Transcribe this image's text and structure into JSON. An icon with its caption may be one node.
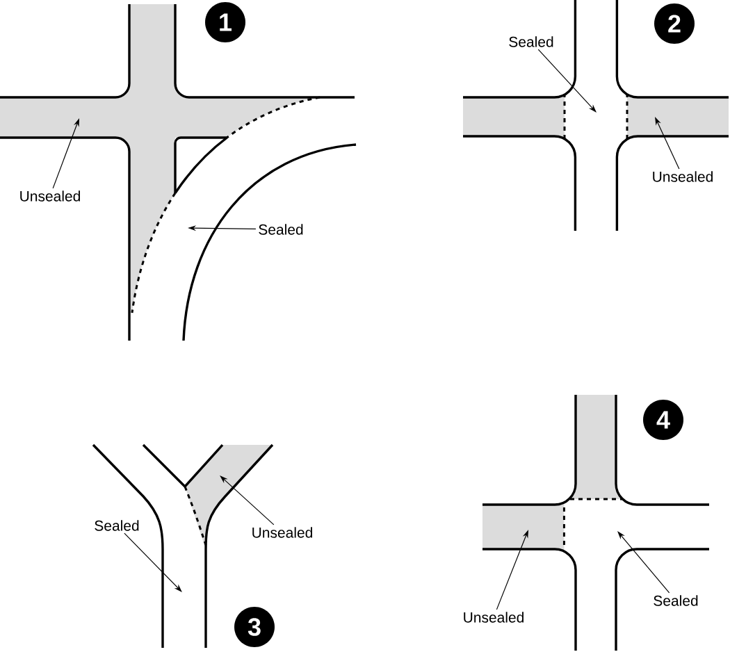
{
  "diagram": {
    "nodes": [
      {
        "text": [
          "1"
        ]
      },
      {
        "text": [
          "Unsealed"
        ]
      },
      {
        "text": [
          "Sealed"
        ]
      },
      {
        "text": [
          "2"
        ]
      },
      {
        "text": [
          "Sealed"
        ]
      },
      {
        "text": [
          "Unsealed"
        ]
      },
      {
        "text": [
          "3"
        ]
      },
      {
        "text": [
          "Sealed"
        ]
      },
      {
        "text": [
          "Unsealed"
        ]
      },
      {
        "text": [
          "4"
        ]
      },
      {
        "text": [
          "Unsealed"
        ]
      },
      {
        "text": [
          "Sealed"
        ]
      }
    ],
    "edges": [
      {
        "from": 1,
        "to": null,
        "arrow": "to"
      },
      {
        "from": 2,
        "to": null,
        "arrow": "to"
      },
      {
        "from": 4,
        "to": null,
        "arrow": "to"
      },
      {
        "from": 5,
        "to": null,
        "arrow": "to"
      },
      {
        "from": 7,
        "to": null,
        "arrow": "to"
      },
      {
        "from": 8,
        "to": null,
        "arrow": "to"
      },
      {
        "from": 10,
        "to": null,
        "arrow": "to"
      },
      {
        "from": 11,
        "to": null,
        "arrow": "to"
      }
    ]
  }
}
